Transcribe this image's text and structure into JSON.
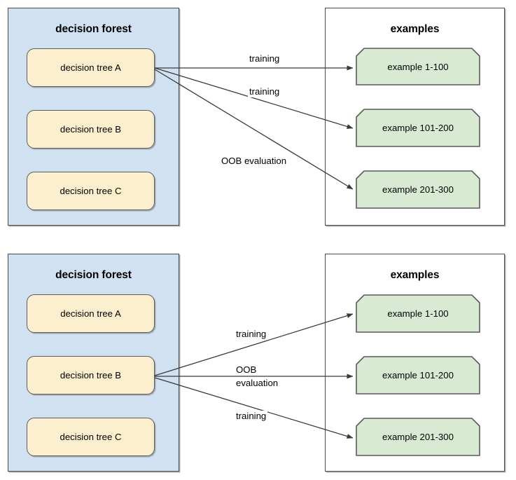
{
  "diagrams": [
    {
      "id": "diagram-tree-a",
      "forest": {
        "title": "decision forest",
        "trees": [
          {
            "label": "decision tree A",
            "highlighted": true
          },
          {
            "label": "decision tree B",
            "highlighted": false
          },
          {
            "label": "decision tree C",
            "highlighted": false
          }
        ]
      },
      "examples": {
        "title": "examples",
        "items": [
          {
            "label": "example 1-100"
          },
          {
            "label": "example 101-200"
          },
          {
            "label": "example 201-300"
          }
        ]
      },
      "edges": [
        {
          "from": "decision tree A",
          "to": "example 1-100",
          "label": "training"
        },
        {
          "from": "decision tree A",
          "to": "example 101-200",
          "label": "training"
        },
        {
          "from": "decision tree A",
          "to": "example 201-300",
          "label": "OOB evaluation"
        }
      ]
    },
    {
      "id": "diagram-tree-b",
      "forest": {
        "title": "decision forest",
        "trees": [
          {
            "label": "decision tree A",
            "highlighted": false
          },
          {
            "label": "decision tree B",
            "highlighted": true
          },
          {
            "label": "decision tree C",
            "highlighted": false
          }
        ]
      },
      "examples": {
        "title": "examples",
        "items": [
          {
            "label": "example 1-100"
          },
          {
            "label": "example 101-200"
          },
          {
            "label": "example 201-300"
          }
        ]
      },
      "edges": [
        {
          "from": "decision tree B",
          "to": "example 1-100",
          "label": "training"
        },
        {
          "from": "decision tree B",
          "to": "example 101-200",
          "label_line1": "OOB",
          "label_line2": "evaluation"
        },
        {
          "from": "decision tree B",
          "to": "example 201-300",
          "label": "training"
        }
      ]
    }
  ],
  "colors": {
    "forest_fill": "#d0e2f2",
    "tree_fill": "#fcefcd",
    "example_fill": "#d9ead3",
    "border": "#4a4a4a",
    "arrow": "#3a3a3a",
    "background": "#ffffff"
  }
}
